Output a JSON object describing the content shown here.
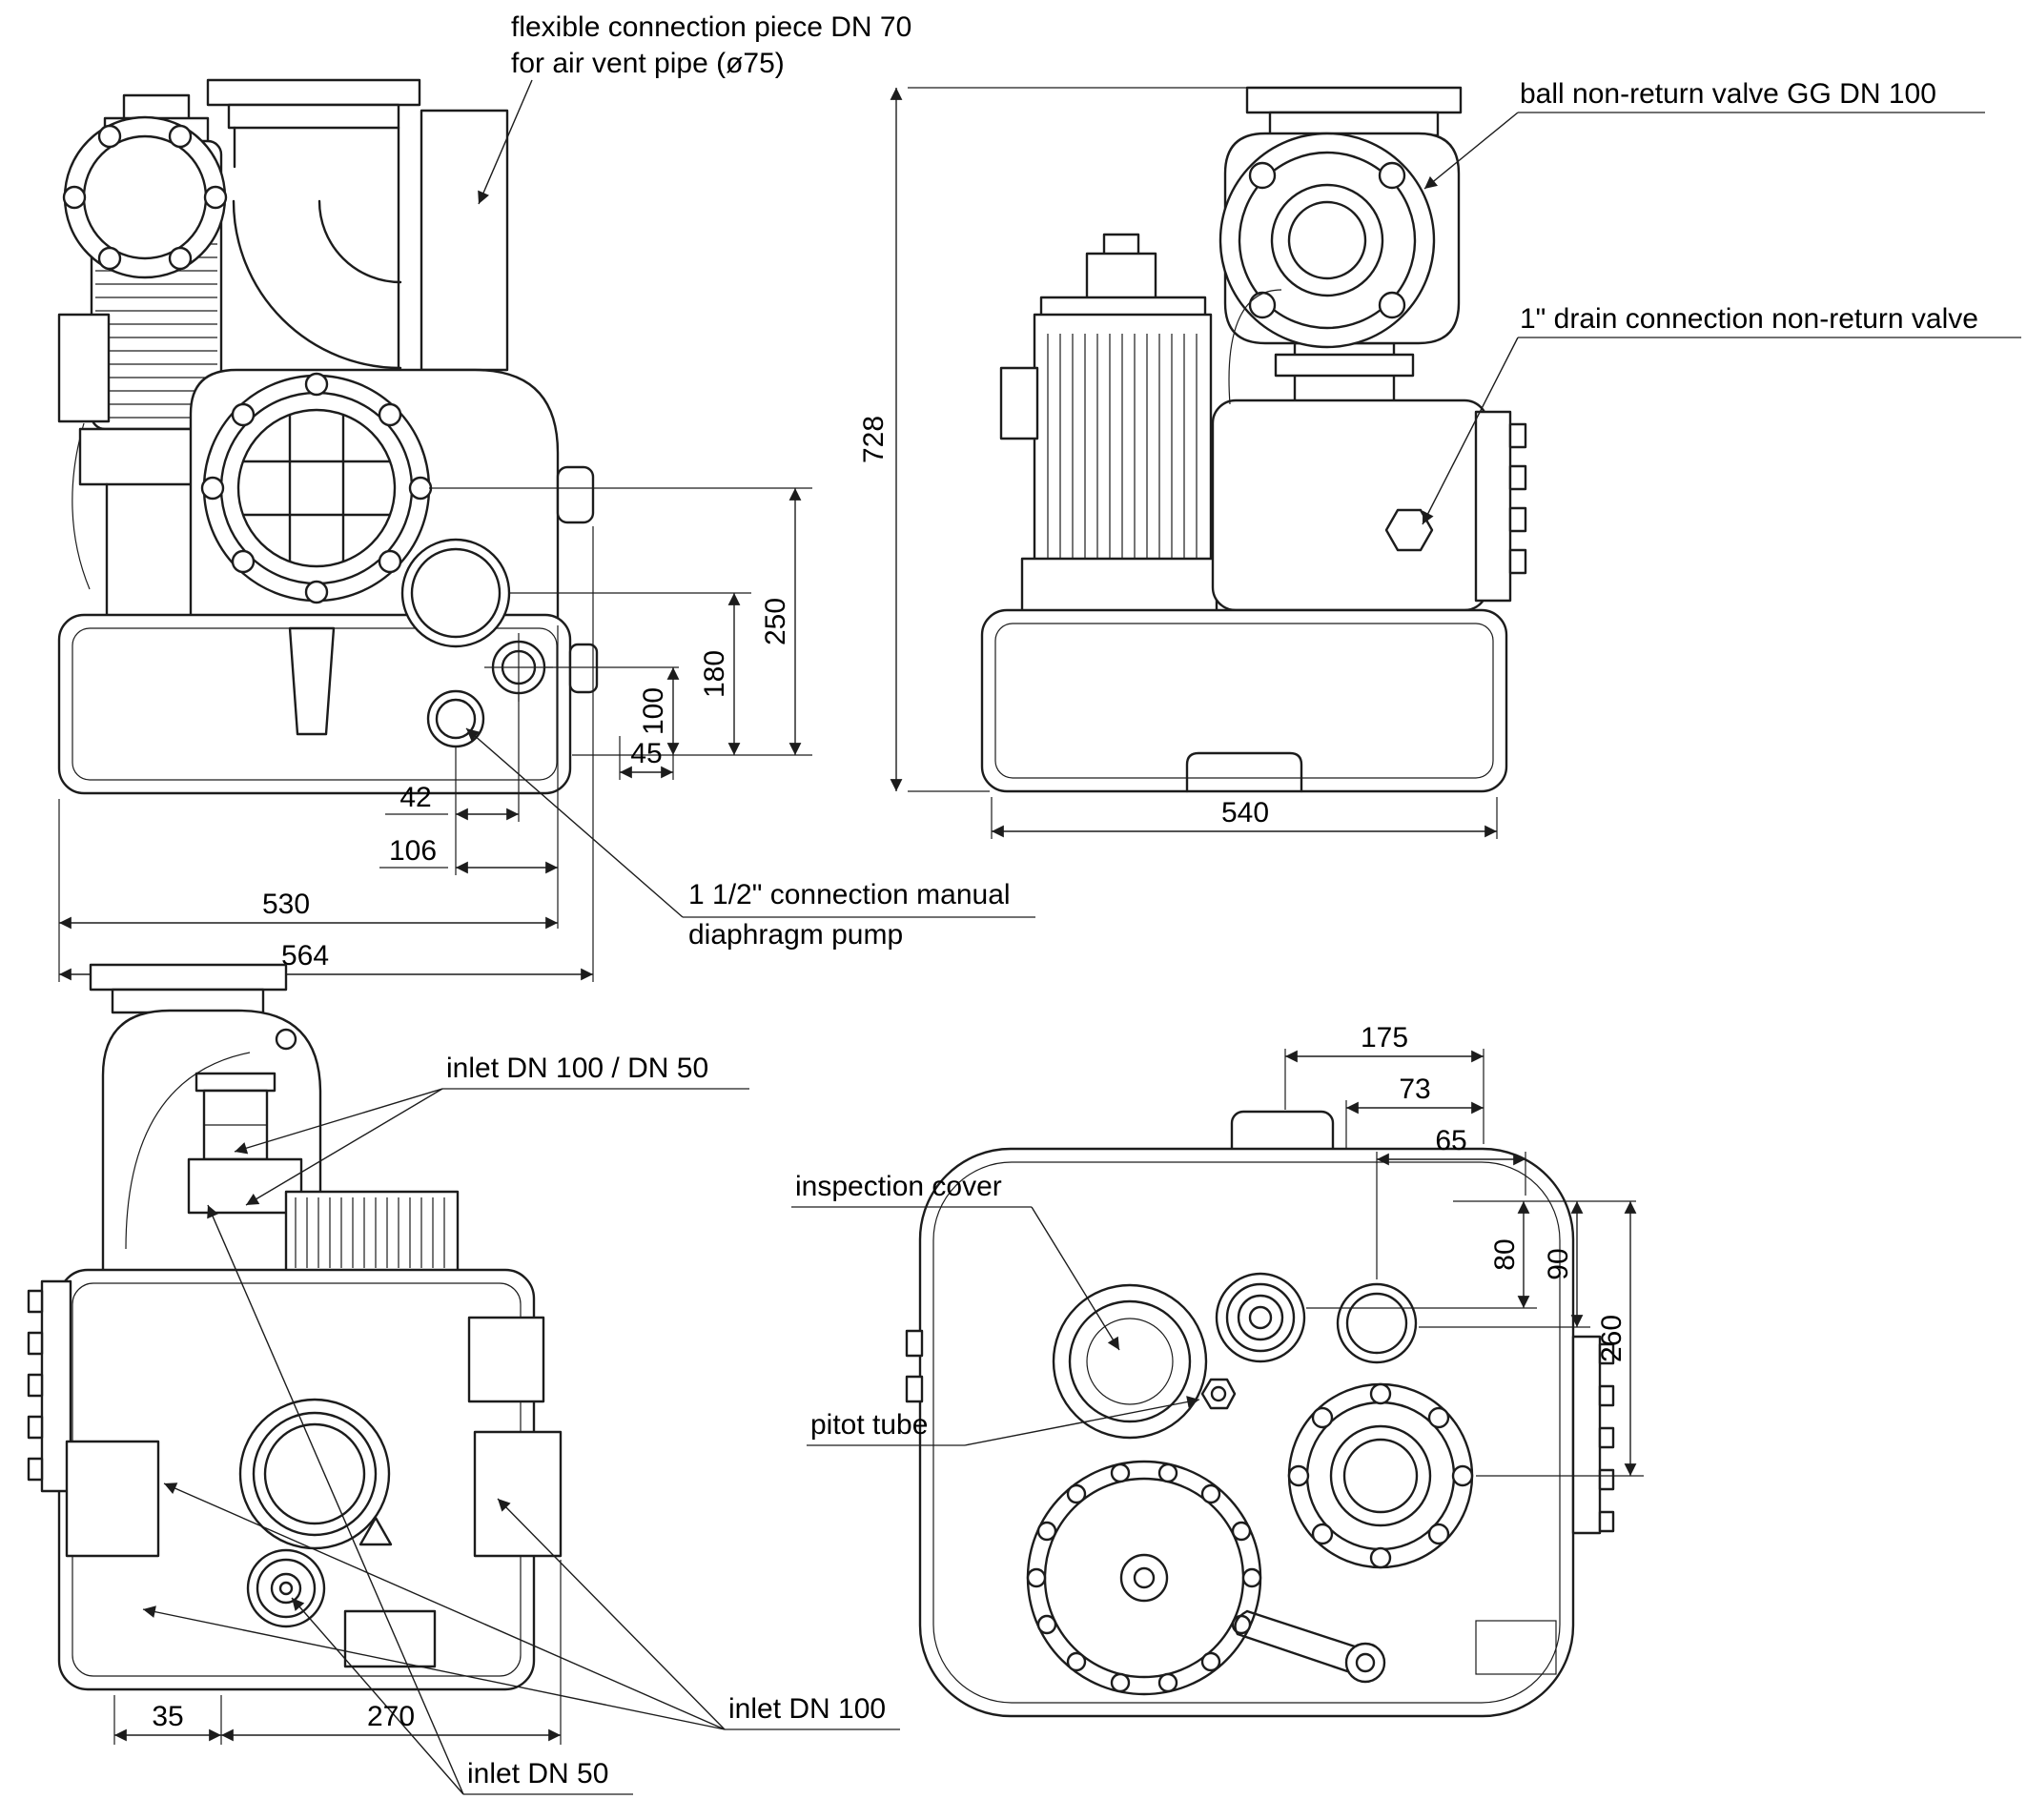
{
  "drawing_type": "technical dimensional drawing — sewage lifting station pump, four orthographic views",
  "views": {
    "front": {
      "labels": {
        "air_vent_1": "flexible connection piece DN 70",
        "air_vent_2": "for air vent pipe (ø75)",
        "diaphragm_1": "1 1/2\" connection manual",
        "diaphragm_2": "diaphragm pump"
      },
      "dims": {
        "d42": "42",
        "d45": "45",
        "d100": "100",
        "d106": "106",
        "d180": "180",
        "d250": "250",
        "d530": "530",
        "d564": "564"
      }
    },
    "side": {
      "labels": {
        "ball_valve": "ball non-return valve GG DN 100",
        "drain": "1\" drain connection non-return valve"
      },
      "dims": {
        "d728": "728",
        "d540": "540"
      }
    },
    "inlet": {
      "labels": {
        "inlet_100_50": "inlet DN 100 / DN 50",
        "inlet_100": "inlet DN 100",
        "inlet_50": "inlet DN 50"
      },
      "dims": {
        "d35": "35",
        "d270": "270"
      }
    },
    "top": {
      "labels": {
        "inspection": "inspection cover",
        "pitot": "pitot tube"
      },
      "dims": {
        "d175": "175",
        "d73": "73",
        "d65": "65",
        "d80": "80",
        "d90": "90",
        "d260": "260"
      }
    }
  }
}
